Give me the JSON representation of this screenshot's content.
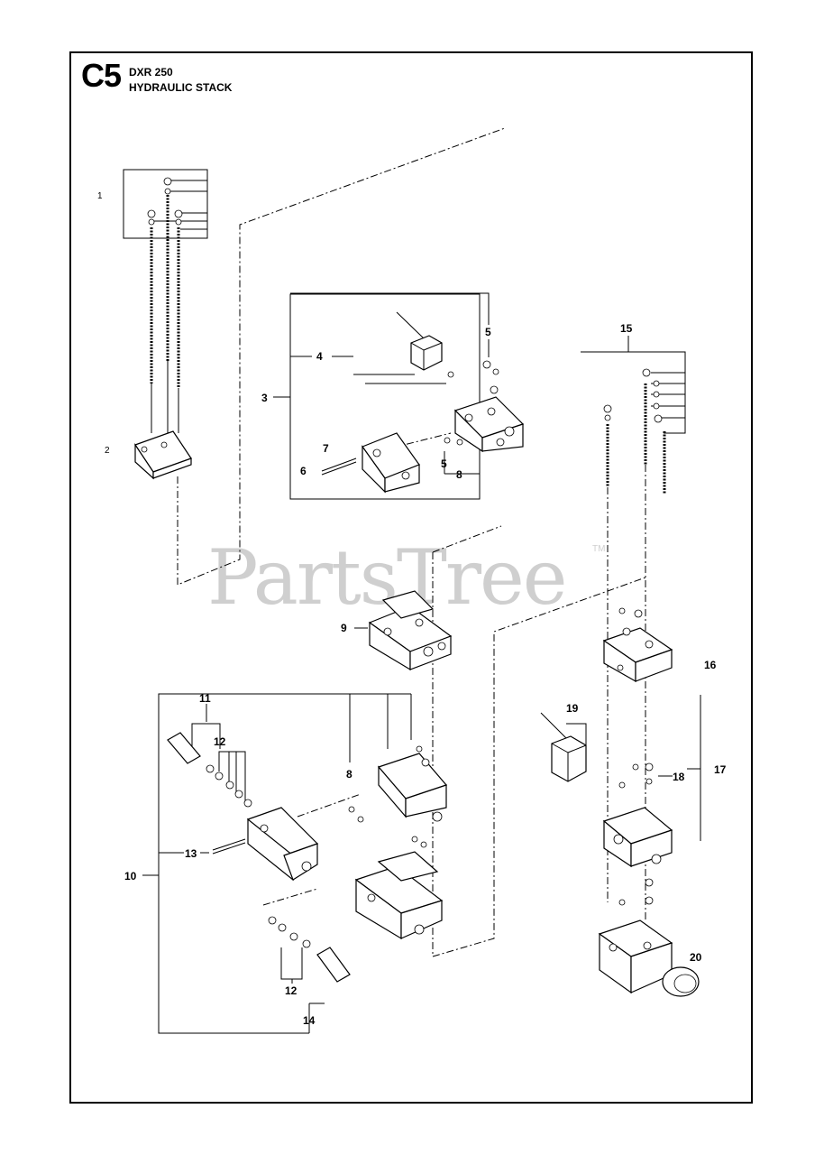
{
  "header": {
    "section_code": "C5",
    "model": "DXR 250",
    "title": "HYDRAULIC STACK"
  },
  "watermark": {
    "text": "PartsTree",
    "trademark": "TM",
    "color": "#cfcfcf"
  },
  "callouts": {
    "c1": "1",
    "c2": "2",
    "c3": "3",
    "c4": "4",
    "c5a": "5",
    "c5b": "5",
    "c6": "6",
    "c7": "7",
    "c8a": "8",
    "c8b": "8",
    "c9": "9",
    "c10": "10",
    "c11": "11",
    "c12a": "12",
    "c12b": "12",
    "c13": "13",
    "c14": "14",
    "c15": "15",
    "c16": "16",
    "c17": "17",
    "c18": "18",
    "c19": "19",
    "c20": "20"
  },
  "colors": {
    "line": "#000000",
    "background": "#ffffff"
  }
}
